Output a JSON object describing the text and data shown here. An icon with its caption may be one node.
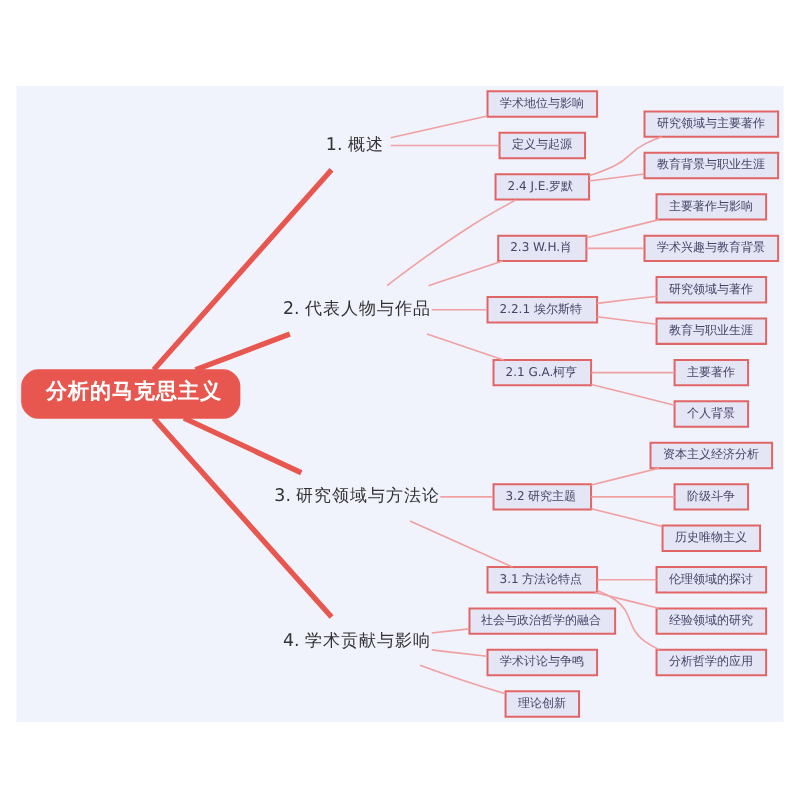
{
  "diagram": {
    "nodes": [
      {
        "text": [
          "分析的马克思主义"
        ]
      },
      {
        "text": [
          "1. 概述"
        ]
      },
      {
        "text": [
          "学术地位与影响"
        ]
      },
      {
        "text": [
          "定义与起源"
        ]
      },
      {
        "text": [
          "2. 代表人物与作品"
        ]
      },
      {
        "text": [
          "2.4 J.E.罗默"
        ]
      },
      {
        "text": [
          "研究领域与主要著作"
        ]
      },
      {
        "text": [
          "教育背景与职业生涯"
        ]
      },
      {
        "text": [
          "2.3 W.H.肖"
        ]
      },
      {
        "text": [
          "主要著作与影响"
        ]
      },
      {
        "text": [
          "学术兴趣与教育背景"
        ]
      },
      {
        "text": [
          "2.2.1 埃尔斯特"
        ]
      },
      {
        "text": [
          "研究领域与著作"
        ]
      },
      {
        "text": [
          "教育与职业生涯"
        ]
      },
      {
        "text": [
          "2.1 G.A.柯亨"
        ]
      },
      {
        "text": [
          "主要著作"
        ]
      },
      {
        "text": [
          "个人背景"
        ]
      },
      {
        "text": [
          "3. 研究领域与方法论"
        ]
      },
      {
        "text": [
          "3.2 研究主题"
        ]
      },
      {
        "text": [
          "资本主义经济分析"
        ]
      },
      {
        "text": [
          "阶级斗争"
        ]
      },
      {
        "text": [
          "历史唯物主义"
        ]
      },
      {
        "text": [
          "3.1 方法论特点"
        ]
      },
      {
        "text": [
          "伦理领域的探讨"
        ]
      },
      {
        "text": [
          "经验领域的研究"
        ]
      },
      {
        "text": [
          "分析哲学的应用"
        ]
      },
      {
        "text": [
          "4. 学术贡献与影响"
        ]
      },
      {
        "text": [
          "社会与政治哲学的融合"
        ]
      },
      {
        "text": [
          "学术讨论与争鸣"
        ]
      },
      {
        "text": [
          "理论创新"
        ]
      }
    ],
    "edges": [
      {
        "from": 0,
        "to": 1,
        "arrow": "none",
        "style": "thick",
        "color": "#e8574f"
      },
      {
        "from": 1,
        "to": 2,
        "arrow": "none"
      },
      {
        "from": 1,
        "to": 3,
        "arrow": "none"
      },
      {
        "from": 0,
        "to": 4,
        "arrow": "none",
        "style": "thick",
        "color": "#e8574f"
      },
      {
        "from": 4,
        "to": 5,
        "arrow": "none"
      },
      {
        "from": 5,
        "to": 6,
        "arrow": "none"
      },
      {
        "from": 5,
        "to": 7,
        "arrow": "none"
      },
      {
        "from": 4,
        "to": 8,
        "arrow": "none"
      },
      {
        "from": 8,
        "to": 9,
        "arrow": "none"
      },
      {
        "from": 8,
        "to": 10,
        "arrow": "none"
      },
      {
        "from": 4,
        "to": 11,
        "arrow": "none"
      },
      {
        "from": 11,
        "to": 12,
        "arrow": "none"
      },
      {
        "from": 11,
        "to": 13,
        "arrow": "none"
      },
      {
        "from": 4,
        "to": 14,
        "arrow": "none"
      },
      {
        "from": 14,
        "to": 15,
        "arrow": "none"
      },
      {
        "from": 14,
        "to": 16,
        "arrow": "none"
      },
      {
        "from": 0,
        "to": 17,
        "arrow": "none",
        "style": "thick",
        "color": "#e8574f"
      },
      {
        "from": 17,
        "to": 18,
        "arrow": "none"
      },
      {
        "from": 18,
        "to": 19,
        "arrow": "none"
      },
      {
        "from": 18,
        "to": 20,
        "arrow": "none"
      },
      {
        "from": 18,
        "to": 21,
        "arrow": "none"
      },
      {
        "from": 17,
        "to": 22,
        "arrow": "none"
      },
      {
        "from": 22,
        "to": 23,
        "arrow": "none"
      },
      {
        "from": 22,
        "to": 24,
        "arrow": "none"
      },
      {
        "from": 22,
        "to": 25,
        "arrow": "none"
      },
      {
        "from": 0,
        "to": 26,
        "arrow": "none",
        "style": "thick",
        "color": "#e8574f"
      },
      {
        "from": 26,
        "to": 27,
        "arrow": "none"
      },
      {
        "from": 26,
        "to": 28,
        "arrow": "none"
      },
      {
        "from": 26,
        "to": 29,
        "arrow": "none"
      }
    ]
  }
}
